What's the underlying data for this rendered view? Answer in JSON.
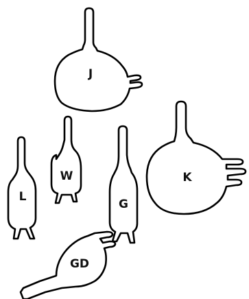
{
  "colors": {
    "outline": "#000000",
    "background": "#ffffff",
    "label": "#111111"
  },
  "shapes": {
    "J": {
      "label": "J"
    },
    "K": {
      "label": "K"
    },
    "W": {
      "label": "W"
    },
    "L": {
      "label": "L"
    },
    "G": {
      "label": "G"
    },
    "GD": {
      "label": "GD"
    }
  }
}
